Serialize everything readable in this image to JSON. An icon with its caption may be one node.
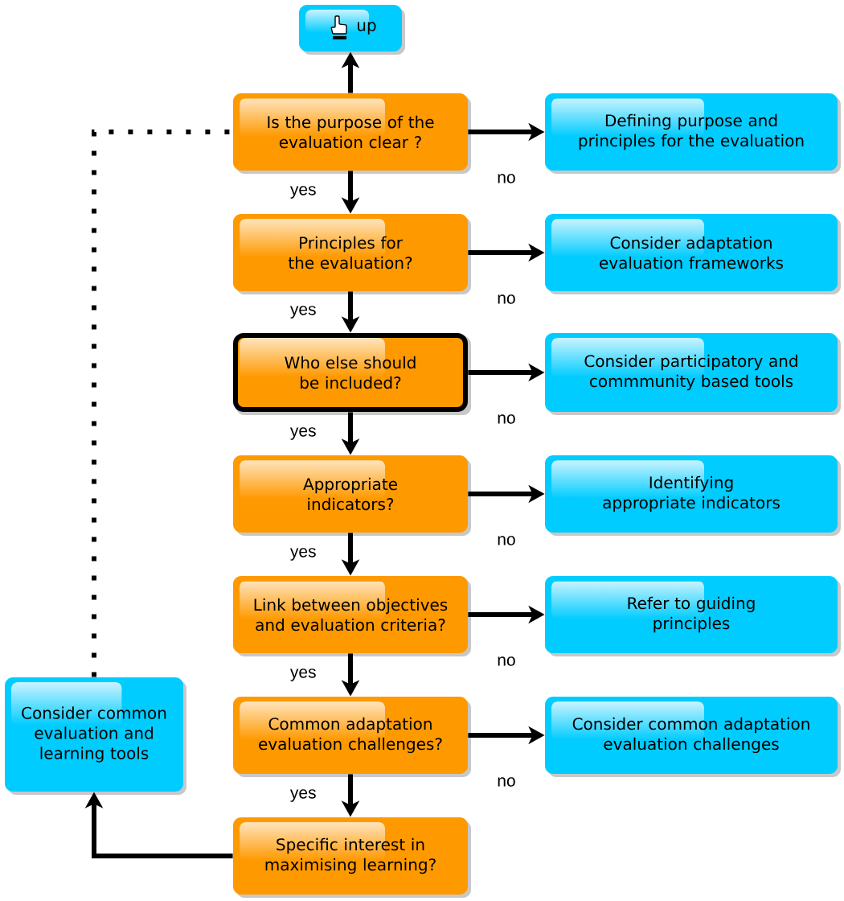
{
  "diagram": {
    "nodes": [
      {
        "text": [
          "up"
        ]
      },
      {
        "text": [
          "Is the purpose of the evaluation clear ?"
        ]
      },
      {
        "text": [
          "Defining purpose and principles for the evaluation"
        ]
      },
      {
        "text": [
          "Principles for the evaluation?"
        ]
      },
      {
        "text": [
          "Consider adaptation evaluation frameworks"
        ]
      },
      {
        "text": [
          "Who else should be included?"
        ]
      },
      {
        "text": [
          "Consider participatory and commmunity based tools"
        ]
      },
      {
        "text": [
          "Appropriate indicators?"
        ]
      },
      {
        "text": [
          "Identifying appropriate indicators"
        ]
      },
      {
        "text": [
          "Link between objectives and evaluation criteria?"
        ]
      },
      {
        "text": [
          "Refer to guiding principles"
        ]
      },
      {
        "text": [
          "Consider common evaluation and learning tools"
        ]
      },
      {
        "text": [
          "Common adaptation evaluation challenges?"
        ]
      },
      {
        "text": [
          "Consider common adaptation evaluation challenges"
        ]
      },
      {
        "text": [
          "Specific interest in maximising learning?"
        ]
      }
    ],
    "edges": [
      {
        "from": 1,
        "to": 0,
        "arrow": "to"
      },
      {
        "from": 1,
        "to": 2,
        "arrow": "to",
        "label": "no"
      },
      {
        "from": 1,
        "to": 3,
        "arrow": "to",
        "label": "yes"
      },
      {
        "from": 3,
        "to": 4,
        "arrow": "to",
        "label": "no"
      },
      {
        "from": 3,
        "to": 5,
        "arrow": "to",
        "label": "yes"
      },
      {
        "from": 5,
        "to": 6,
        "arrow": "to",
        "label": "no"
      },
      {
        "from": 5,
        "to": 7,
        "arrow": "to",
        "label": "yes"
      },
      {
        "from": 7,
        "to": 8,
        "arrow": "to",
        "label": "no"
      },
      {
        "from": 7,
        "to": 9,
        "arrow": "to",
        "label": "yes"
      },
      {
        "from": 9,
        "to": 10,
        "arrow": "to",
        "label": "no"
      },
      {
        "from": 9,
        "to": 12,
        "arrow": "to",
        "label": "yes"
      },
      {
        "from": 12,
        "to": 13,
        "arrow": "to",
        "label": "no"
      },
      {
        "from": 12,
        "to": 14,
        "arrow": "to",
        "label": "yes"
      },
      {
        "from": 14,
        "to": 11,
        "arrow": "to"
      },
      {
        "from": 11,
        "to": 1,
        "arrow": "none",
        "style": "dashed"
      }
    ]
  }
}
